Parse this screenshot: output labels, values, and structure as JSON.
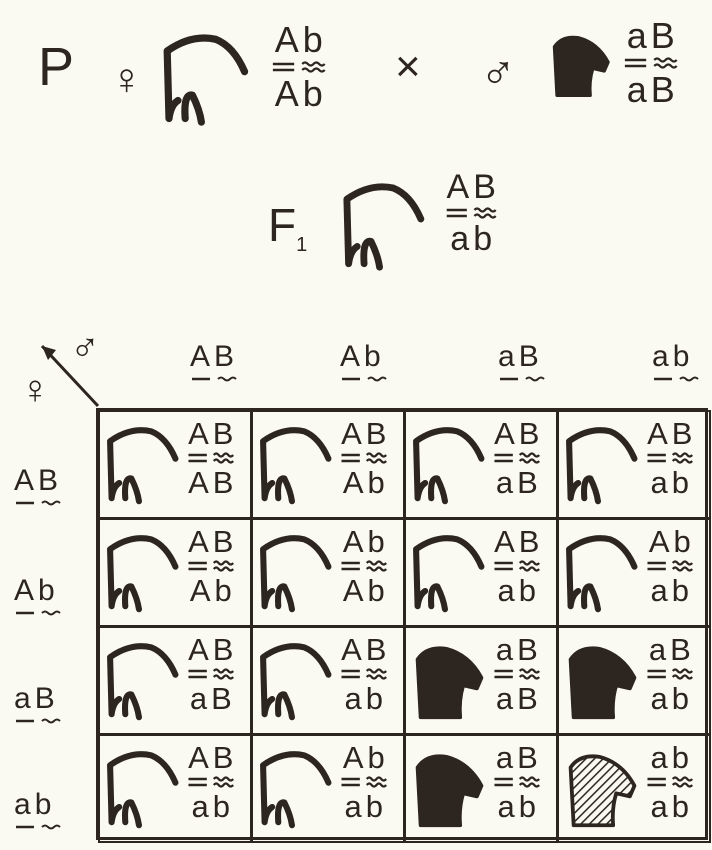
{
  "parents": {
    "p_label": "P",
    "female_symbol": "♀",
    "cross_symbol": "×",
    "male_symbol": "♂",
    "female": {
      "top": [
        "A",
        "b"
      ],
      "bottom": [
        "A",
        "b"
      ],
      "horse": "light"
    },
    "male": {
      "top": [
        "a",
        "B"
      ],
      "bottom": [
        "a",
        "B"
      ],
      "horse": "black"
    }
  },
  "f1": {
    "label": "F",
    "sub": "1",
    "top": [
      "A",
      "B"
    ],
    "bottom": [
      "a",
      "b"
    ],
    "horse": "light"
  },
  "grid": {
    "male_symbol": "♂",
    "female_symbol": "♀",
    "column_gametes": [
      [
        "A",
        "B"
      ],
      [
        "A",
        "b"
      ],
      [
        "a",
        "B"
      ],
      [
        "a",
        "b"
      ]
    ],
    "row_gametes": [
      [
        "A",
        "B"
      ],
      [
        "A",
        "b"
      ],
      [
        "a",
        "B"
      ],
      [
        "a",
        "b"
      ]
    ],
    "cells": [
      [
        {
          "top": [
            "A",
            "B"
          ],
          "bottom": [
            "A",
            "B"
          ],
          "horse": "light"
        },
        {
          "top": [
            "A",
            "B"
          ],
          "bottom": [
            "A",
            "b"
          ],
          "horse": "light"
        },
        {
          "top": [
            "A",
            "B"
          ],
          "bottom": [
            "a",
            "B"
          ],
          "horse": "light"
        },
        {
          "top": [
            "A",
            "B"
          ],
          "bottom": [
            "a",
            "b"
          ],
          "horse": "light"
        }
      ],
      [
        {
          "top": [
            "A",
            "B"
          ],
          "bottom": [
            "A",
            "b"
          ],
          "horse": "light"
        },
        {
          "top": [
            "A",
            "b"
          ],
          "bottom": [
            "A",
            "b"
          ],
          "horse": "light"
        },
        {
          "top": [
            "A",
            "B"
          ],
          "bottom": [
            "a",
            "b"
          ],
          "horse": "light"
        },
        {
          "top": [
            "A",
            "b"
          ],
          "bottom": [
            "a",
            "b"
          ],
          "horse": "light"
        }
      ],
      [
        {
          "top": [
            "A",
            "B"
          ],
          "bottom": [
            "a",
            "B"
          ],
          "horse": "light"
        },
        {
          "top": [
            "A",
            "B"
          ],
          "bottom": [
            "a",
            "b"
          ],
          "horse": "light"
        },
        {
          "top": [
            "a",
            "B"
          ],
          "bottom": [
            "a",
            "B"
          ],
          "horse": "black"
        },
        {
          "top": [
            "a",
            "B"
          ],
          "bottom": [
            "a",
            "b"
          ],
          "horse": "black"
        }
      ],
      [
        {
          "top": [
            "A",
            "B"
          ],
          "bottom": [
            "a",
            "b"
          ],
          "horse": "light"
        },
        {
          "top": [
            "A",
            "b"
          ],
          "bottom": [
            "a",
            "b"
          ],
          "horse": "light"
        },
        {
          "top": [
            "a",
            "B"
          ],
          "bottom": [
            "a",
            "b"
          ],
          "horse": "black"
        },
        {
          "top": [
            "a",
            "b"
          ],
          "bottom": [
            "a",
            "b"
          ],
          "horse": "hatched"
        }
      ]
    ]
  },
  "colors": {
    "ink": "#2d2620",
    "paper": "#fbfaf2",
    "left_edge": "#fbf7c8"
  }
}
